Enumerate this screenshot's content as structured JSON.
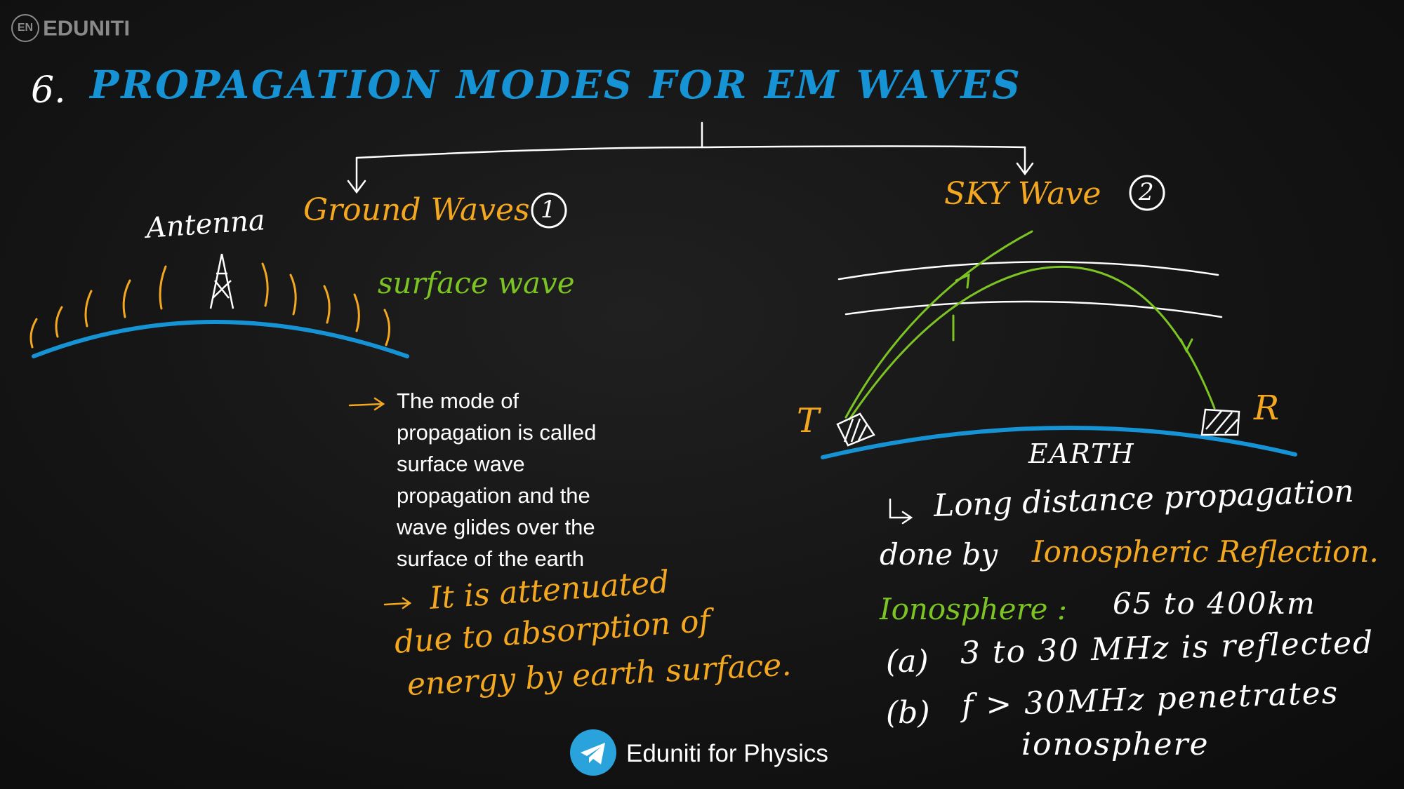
{
  "brand": {
    "logo_text": "EDUNITI",
    "logo_badge": "EN"
  },
  "title": {
    "number": "6.",
    "text": "PROPAGATION MODES FOR EM WAVES"
  },
  "ground": {
    "antenna_label": "Antenna",
    "heading": "Ground Waves",
    "heading_num": "1",
    "surface_label": "surface wave",
    "bullet1": [
      "The mode of",
      "propagation is called",
      "surface wave",
      "propagation and the",
      "wave glides over the",
      "surface of the earth"
    ],
    "bullet2": [
      "It is attenuated",
      "due to absorption of",
      "energy by earth surface."
    ]
  },
  "sky": {
    "heading": "SKY Wave",
    "heading_num": "2",
    "t_label": "T",
    "r_label": "R",
    "earth_label": "EARTH",
    "line1": "Long distance propagation",
    "line2a": "done by",
    "line2b": "Ionospheric Reflection.",
    "ionosphere_label": "Ionosphere :",
    "ionosphere_range": "65 to 400km",
    "item_a_mark": "(a)",
    "item_a": "3 to 30 MHz is reflected",
    "item_b_mark": "(b)",
    "item_b1": "f > 30MHz penetrates",
    "item_b2": "ionosphere"
  },
  "footer": {
    "channel": "Eduniti for Physics",
    "icon": "telegram-icon"
  },
  "colors": {
    "blue": "#1593d4",
    "yellow": "#f4a81f",
    "green": "#7cc423",
    "white": "#ffffff",
    "background": "#141414"
  }
}
